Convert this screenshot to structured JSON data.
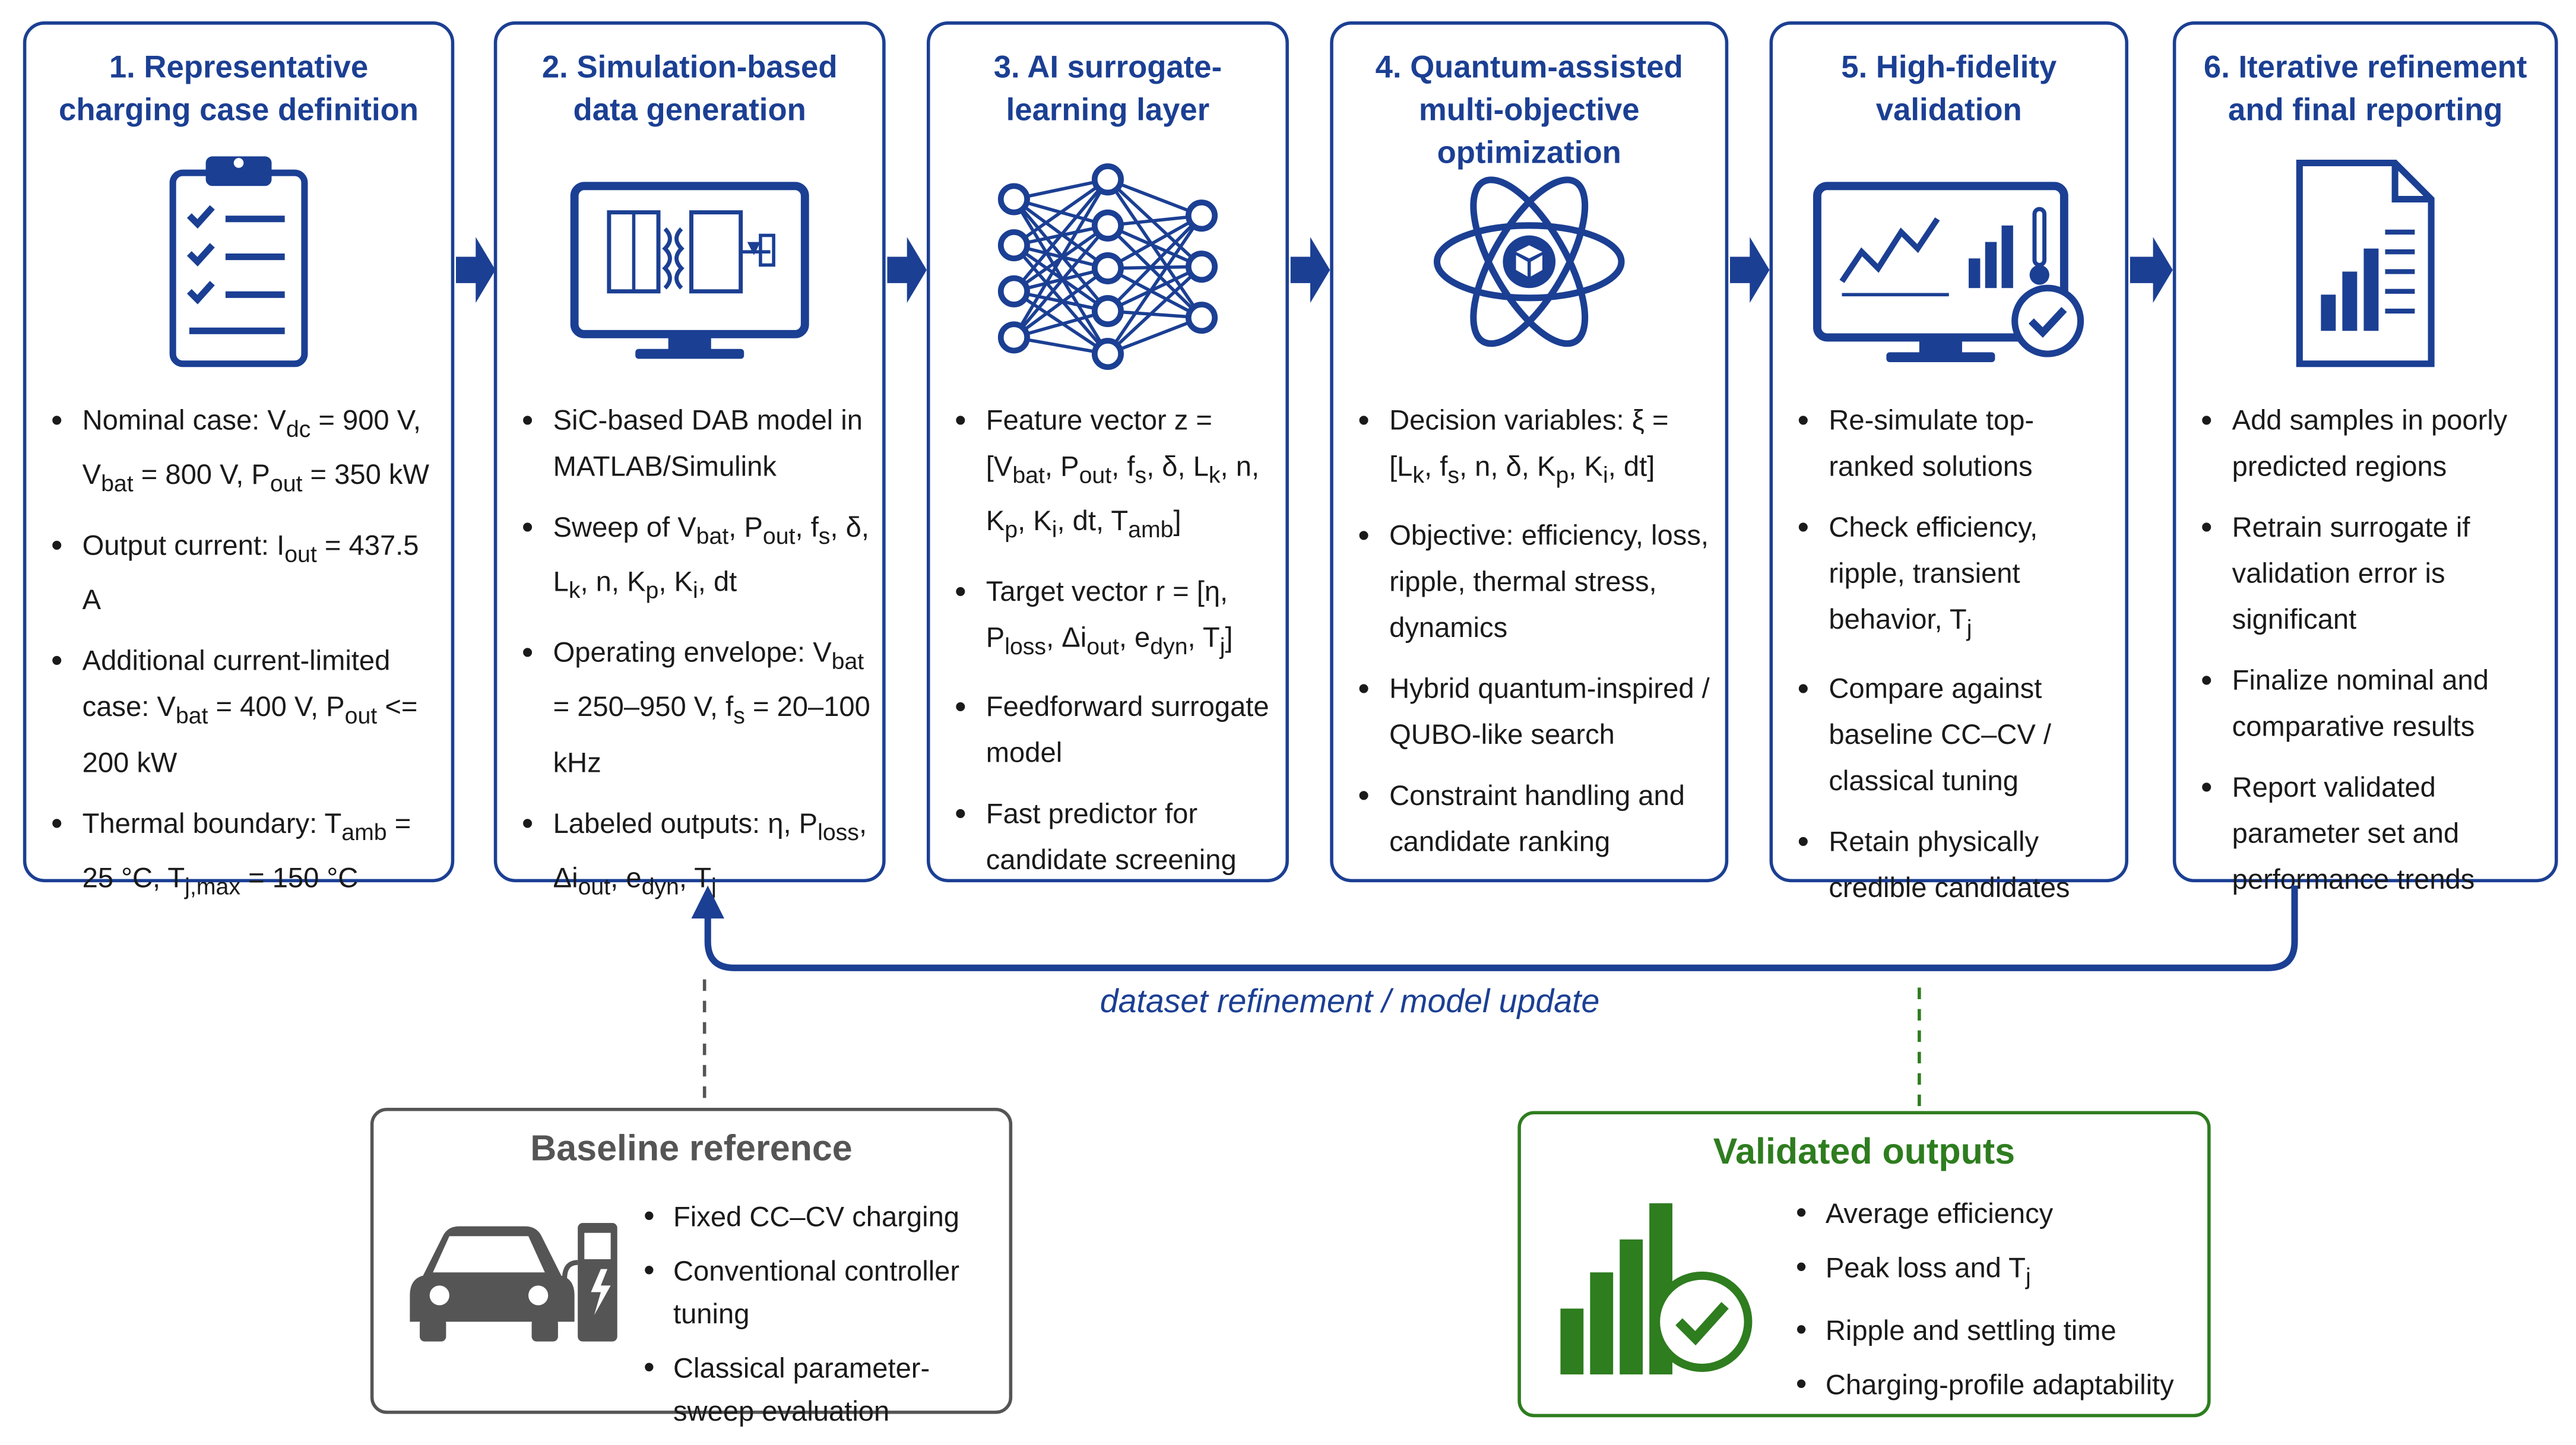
{
  "colors": {
    "primary": "#1b3f93",
    "baseline_border": "#555555",
    "validated": "#2e7d1f"
  },
  "steps": [
    {
      "title": "1. Representative\ncharging case definition",
      "icon": "clipboard-checklist-icon",
      "bullets": [
        "Nominal case: V<sub>dc</sub> = 900 V, V<sub>bat</sub> = 800 V, P<sub>out</sub> = 350 kW",
        "Output current: I<sub>out</sub> = 437.5 A",
        "Additional current-limited case: V<sub>bat</sub> = 400 V, P<sub>out</sub> &lt;= 200 kW",
        "Thermal boundary: T<sub>amb</sub> = 25 °C, T<sub>j,max</sub> = 150 °C"
      ]
    },
    {
      "title": "2. Simulation-based\ndata generation",
      "icon": "circuit-monitor-icon",
      "bullets": [
        "SiC-based DAB model in MATLAB/Simulink",
        "Sweep of V<sub>bat</sub>, P<sub>out</sub>, f<sub>s</sub>, δ, L<sub>k</sub>, n, K<sub>p</sub>, K<sub>i</sub>, dt",
        "Operating envelope: V<sub>bat</sub> = 250–950 V, f<sub>s</sub> = 20–100 kHz",
        "Labeled outputs: η, P<sub>loss</sub>, Δi<sub>out</sub>, e<sub>dyn</sub>, T<sub>j</sub>"
      ]
    },
    {
      "title": "3. AI surrogate-\nlearning layer",
      "icon": "neural-network-icon",
      "bullets": [
        "Feature vector z = [V<sub>bat</sub>, P<sub>out</sub>, f<sub>s</sub>, δ, L<sub>k</sub>, n, K<sub>p</sub>, K<sub>i</sub>, dt, T<sub>amb</sub>]",
        "Target vector r = [η, P<sub>loss</sub>, Δi<sub>out</sub>, e<sub>dyn</sub>, T<sub>j</sub>]",
        "Feedforward surrogate model",
        "Fast predictor for candidate screening"
      ]
    },
    {
      "title": "4. Quantum-assisted\nmulti-objective optimization",
      "icon": "atom-icon",
      "bullets": [
        "Decision variables: ξ = [L<sub>k</sub>, f<sub>s</sub>, n, δ, K<sub>p</sub>, K<sub>i</sub>, dt]",
        "Objective: efficiency, loss, ripple, thermal stress, dynamics",
        "Hybrid quantum-inspired / QUBO-like search",
        "Constraint handling and candidate ranking"
      ]
    },
    {
      "title": "5. High-fidelity\nvalidation",
      "icon": "monitor-check-icon",
      "bullets": [
        "Re-simulate top-ranked solutions",
        "Check efficiency, ripple, transient behavior, T<sub>j</sub>",
        "Compare against baseline CC–CV / classical tuning",
        "Retain physically credible candidates"
      ]
    },
    {
      "title": "6. Iterative refinement\nand final reporting",
      "icon": "report-document-icon",
      "bullets": [
        "Add samples in poorly predicted regions",
        "Retrain surrogate if validation error is significant",
        "Finalize nominal and comparative results",
        "Report validated parameter set and performance trends"
      ]
    }
  ],
  "feedback_label": "dataset refinement / model update",
  "baseline": {
    "title": "Baseline reference",
    "icon": "car-charger-icon",
    "items": [
      "Fixed CC–CV charging",
      "Conventional controller tuning",
      "Classical parameter-sweep evaluation"
    ]
  },
  "validated": {
    "title": "Validated outputs",
    "icon": "bar-chart-check-icon",
    "items": [
      "Average efficiency",
      "Peak loss and T<sub>j</sub>",
      "Ripple and settling time",
      "Charging-profile adaptability"
    ]
  }
}
